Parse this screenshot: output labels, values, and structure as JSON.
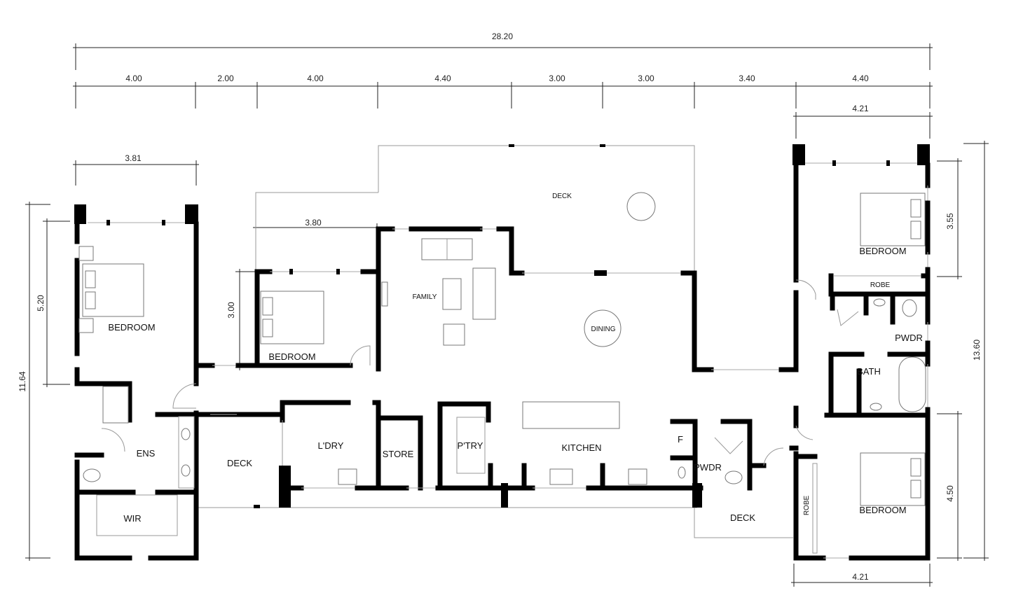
{
  "plan": {
    "overall_width": "28.20",
    "segment_widths": [
      "4.00",
      "2.00",
      "4.00",
      "4.40",
      "3.00",
      "3.00",
      "3.40",
      "4.40"
    ],
    "right_wing_top_width": "4.21",
    "right_wing_bottom_width": "4.21",
    "master_width": "3.81",
    "bedroom2_width": "3.80",
    "bedroom2_depth": "3.00",
    "left_overall_depth": "11.64",
    "master_depth": "5.20",
    "right_overall_depth": "13.60",
    "right_top_bedroom_depth": "3.55",
    "right_bottom_bedroom_depth": "4.50"
  },
  "rooms": {
    "master_bedroom": "BEDROOM",
    "bedroom2": "BEDROOM",
    "ens": "ENS",
    "wir": "WIR",
    "deck_west": "DECK",
    "laundry": "L'DRY",
    "store": "STORE",
    "pantry": "P'TRY",
    "kitchen": "KITCHEN",
    "family": "FAMILY",
    "dining": "DINING",
    "deck_north": "DECK",
    "fridge": "F",
    "pwdr_center": "PWDR",
    "deck_south": "DECK",
    "bedroom_ne": "BEDROOM",
    "robe_ne": "ROBE",
    "pwdr_east": "PWDR",
    "bath": "BATH",
    "bedroom_se": "BEDROOM",
    "robe_se": "ROBE"
  }
}
